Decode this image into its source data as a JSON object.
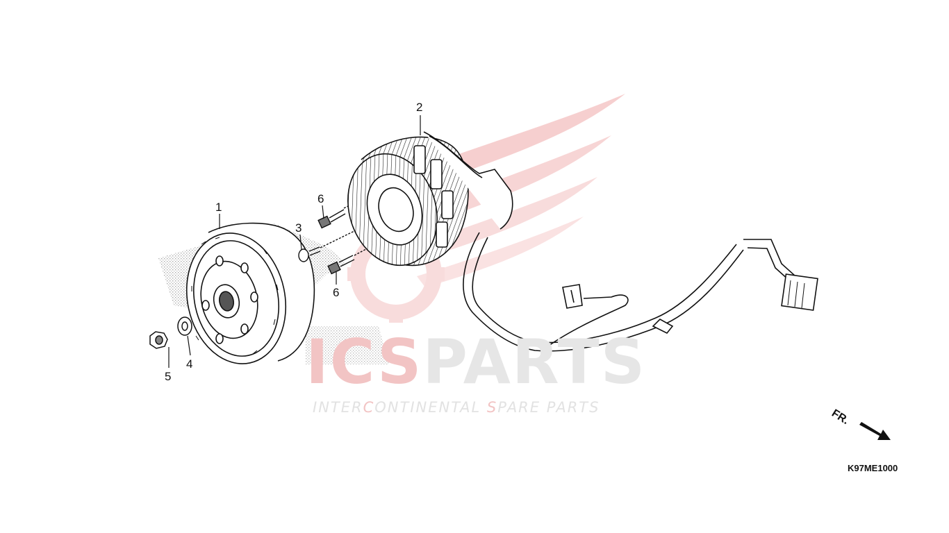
{
  "diagram": {
    "parts": [
      {
        "number": "1",
        "item": "flywheel"
      },
      {
        "number": "2",
        "item": "stator"
      },
      {
        "number": "3",
        "item": "washer-bolt"
      },
      {
        "number": "4",
        "item": "washer"
      },
      {
        "number": "5",
        "item": "nut"
      },
      {
        "number": "6",
        "item": "bolt"
      },
      {
        "number": "6",
        "item": "bolt"
      }
    ],
    "direction_label": "FR.",
    "drawing_code": "K97ME1000"
  },
  "watermark": {
    "brand_red": "ICS",
    "brand_gray": "PARTS",
    "tagline": [
      {
        "text": "INTER",
        "red": false
      },
      {
        "text": "C",
        "red": true
      },
      {
        "text": "ONTINENTAL ",
        "red": false
      },
      {
        "text": "S",
        "red": true
      },
      {
        "text": "PARE PARTS",
        "red": false
      }
    ]
  },
  "colors": {
    "line": "#111111",
    "watermark_red": "#f2c4c4",
    "watermark_gray": "#e4e4e4",
    "stipple": "#b8b8b8"
  }
}
